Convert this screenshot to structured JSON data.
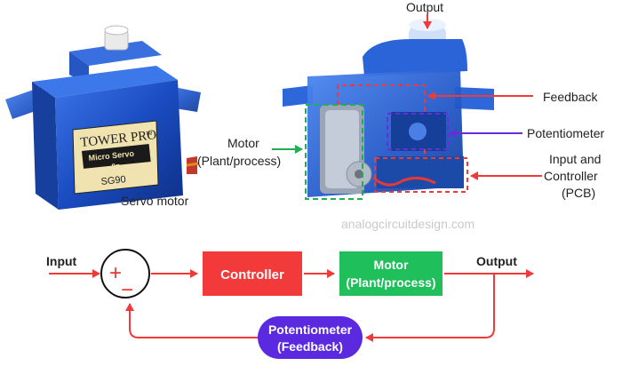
{
  "top_photos": {
    "left_caption": "Servo motor",
    "brand_line": "TOWER PRO",
    "brand_tm": "TM",
    "model_line1": "Micro Servo",
    "model_line2": "9g",
    "model_code": "SG90",
    "callouts": {
      "output": "Output",
      "feedback": "Feedback",
      "potentiometer": "Potentiometer",
      "motor_line1": "Motor",
      "motor_line2": "(Plant/process)",
      "input_line1": "Input and",
      "input_line2": "Controller",
      "input_line3": "(PCB)"
    },
    "watermark": "analogcircuitdesign.com"
  },
  "block_diagram": {
    "input_label": "Input",
    "output_label": "Output",
    "sum_plus": "+",
    "sum_minus": "−",
    "controller": "Controller",
    "motor_line1": "Motor",
    "motor_line2": "(Plant/process)",
    "feedback_line1": "Potentiometer",
    "feedback_line2": "(Feedback)"
  },
  "colors": {
    "arrow_red": "#f03a3a",
    "controller_red": "#f23a3a",
    "motor_green": "#1fbf5b",
    "feedback_purple": "#5b2ae0",
    "servo_blue": "#1f55c8",
    "callout_green": "#20b050",
    "callout_purple": "#6a2cd8"
  }
}
